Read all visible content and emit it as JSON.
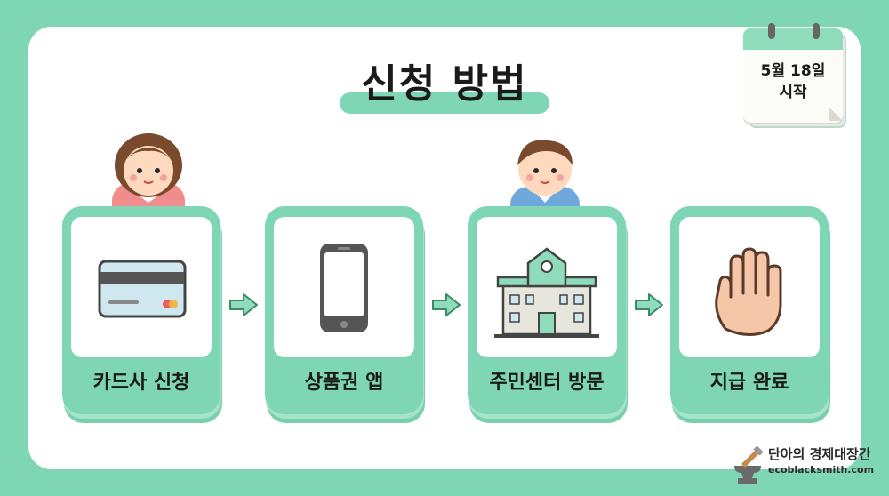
{
  "title": "신청 방법",
  "calendar": {
    "line1": "5월 18일",
    "line2": "시작"
  },
  "steps": [
    {
      "label": "카드사 신청",
      "icon": "credit-card-icon"
    },
    {
      "label": "상품권 앱",
      "icon": "smartphone-icon"
    },
    {
      "label": "주민센터 방문",
      "icon": "building-icon"
    },
    {
      "label": "지급 완료",
      "icon": "hand-icon"
    }
  ],
  "watermark": {
    "line1": "단아의 경제대장간",
    "line2": "ecoblacksmith.com"
  },
  "colors": {
    "background": "#7fd6b4",
    "card": "#7fd6b4",
    "panel": "#ffffff"
  }
}
